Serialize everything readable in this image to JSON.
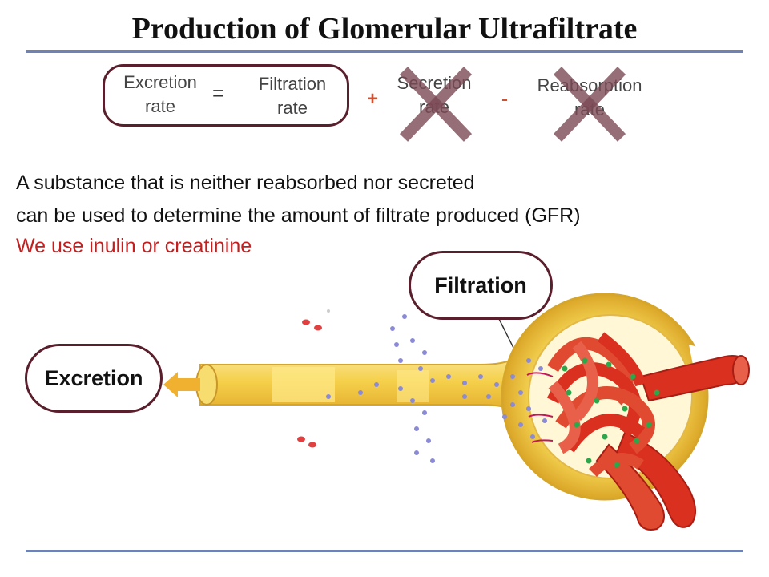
{
  "title": "Production of Glomerular Ultrafiltrate",
  "equation": {
    "excretion": "Excretion\nrate",
    "equals": "=",
    "filtration": "Filtration\nrate",
    "plus": "+",
    "secretion": "Secretion\nrate",
    "minus": "-",
    "reabsorption": "Reabsorption\nrate"
  },
  "body": {
    "line1": "A substance that is neither reabsorbed nor secreted",
    "line2": "can be used to determine the amount of filtrate produced (GFR)",
    "line3": "We use inulin or creatinine"
  },
  "labels": {
    "filtration": "Filtration",
    "excretion": "Excretion"
  },
  "colors": {
    "rule": "#6f82b4",
    "box_border": "#5a1f2c",
    "highlight": "#c41e1e",
    "cross": "#7a4a55",
    "tubule": "#f5d04a",
    "vessel": "#d93020",
    "particle_purple": "#8a8ad8",
    "particle_green": "#2aa84a",
    "particle_red": "#e04040"
  }
}
